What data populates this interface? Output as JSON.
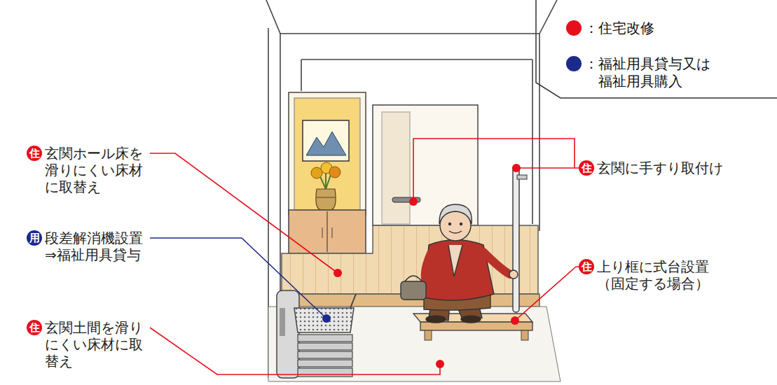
{
  "diagram": {
    "labels": [
      "住",
      "玄関ホール床を 滑りにくい床材 に取替え",
      "用",
      "段差解消機設置 ⇒福祉用具貸与",
      "住",
      "玄関土間を滑り にくい床材に取 替え",
      "住",
      "玄関に手すり取付け",
      "住",
      "上り框に式台設置 （固定する場合）"
    ],
    "legend": [
      {
        "text": "：住宅改修",
        "color": "#e60f1b"
      },
      {
        "text": "：福祉用具貸与又は 福祉用具購入",
        "color": "#1c2a8c"
      }
    ]
  }
}
